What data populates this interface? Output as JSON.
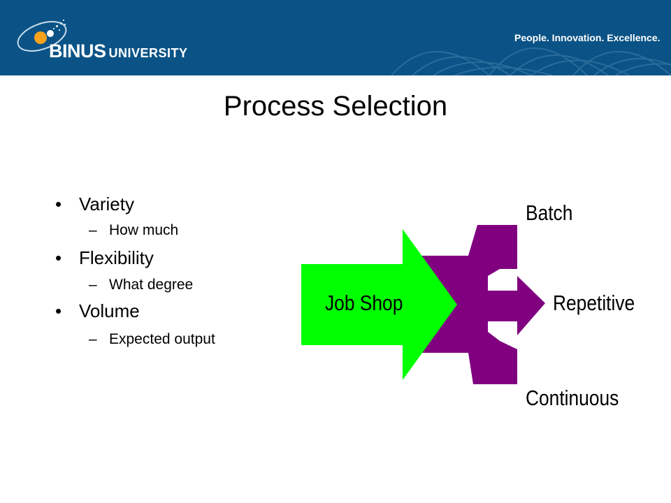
{
  "header": {
    "logo_text": "BINUS",
    "logo_suffix": "UNIVERSITY",
    "tagline": "People. Innovation. Excellence.",
    "background_color": "#0b5386"
  },
  "title": "Process Selection",
  "bullets": [
    {
      "label": "Variety",
      "sub": "How much"
    },
    {
      "label": "Flexibility",
      "sub": "What degree"
    },
    {
      "label": "Volume",
      "sub": "Expected output"
    }
  ],
  "bullet_symbol": "•",
  "sub_symbol": "–",
  "diagram": {
    "input_label": "Job Shop",
    "outputs": [
      "Batch",
      "Repetitive",
      "Continuous"
    ],
    "input_color": "#00ff00",
    "split_color": "#800080"
  }
}
